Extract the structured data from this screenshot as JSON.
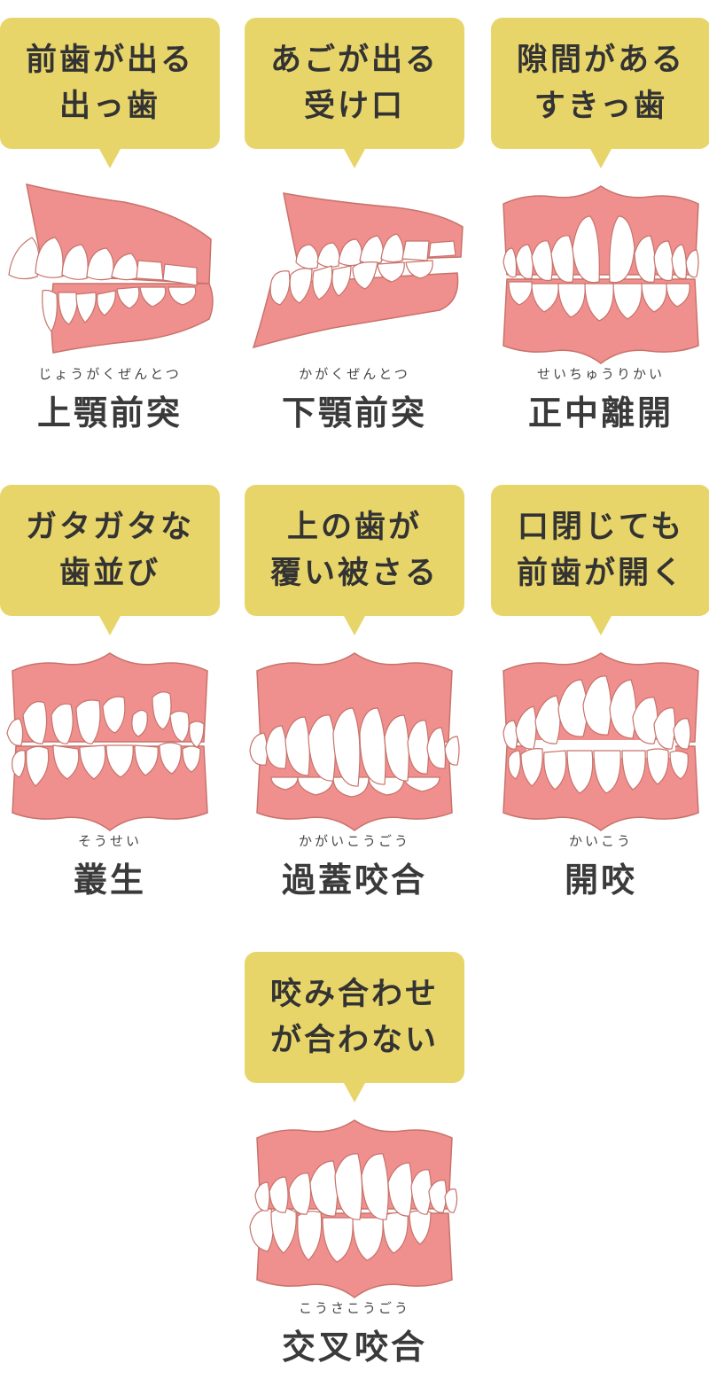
{
  "colors": {
    "bubble": "#E8D56A",
    "gum": "#F0908E",
    "gum_outline": "#C8726A",
    "tooth": "#FFFFFF",
    "text": "#3A3A3A"
  },
  "cards": [
    {
      "bubble": [
        "前歯が出る",
        "出っ歯"
      ],
      "furigana": "じょうがくぜんとつ",
      "term": "上顎前突",
      "illustration": "teeth-side-view-upper-protrusion-icon"
    },
    {
      "bubble": [
        "あごが出る",
        "受け口"
      ],
      "furigana": "かがくぜんとつ",
      "term": "下顎前突",
      "illustration": "teeth-side-view-lower-protrusion-icon"
    },
    {
      "bubble": [
        "隙間がある",
        "すきっ歯"
      ],
      "furigana": "せいちゅうりかい",
      "term": "正中離開",
      "illustration": "teeth-front-view-gap-icon"
    },
    {
      "bubble": [
        "ガタガタな",
        "歯並び"
      ],
      "furigana": "そうせい",
      "term": "叢生",
      "illustration": "teeth-front-view-crowded-icon"
    },
    {
      "bubble": [
        "上の歯が",
        "覆い被さる"
      ],
      "furigana": "かがいこうごう",
      "term": "過蓋咬合",
      "illustration": "teeth-front-view-deep-bite-icon"
    },
    {
      "bubble": [
        "口閉じても",
        "前歯が開く"
      ],
      "furigana": "かいこう",
      "term": "開咬",
      "illustration": "teeth-front-view-open-bite-icon"
    },
    {
      "bubble": [
        "咬み合わせ",
        "が合わない"
      ],
      "furigana": "こうさこうごう",
      "term": "交叉咬合",
      "illustration": "teeth-front-view-cross-bite-icon"
    }
  ]
}
